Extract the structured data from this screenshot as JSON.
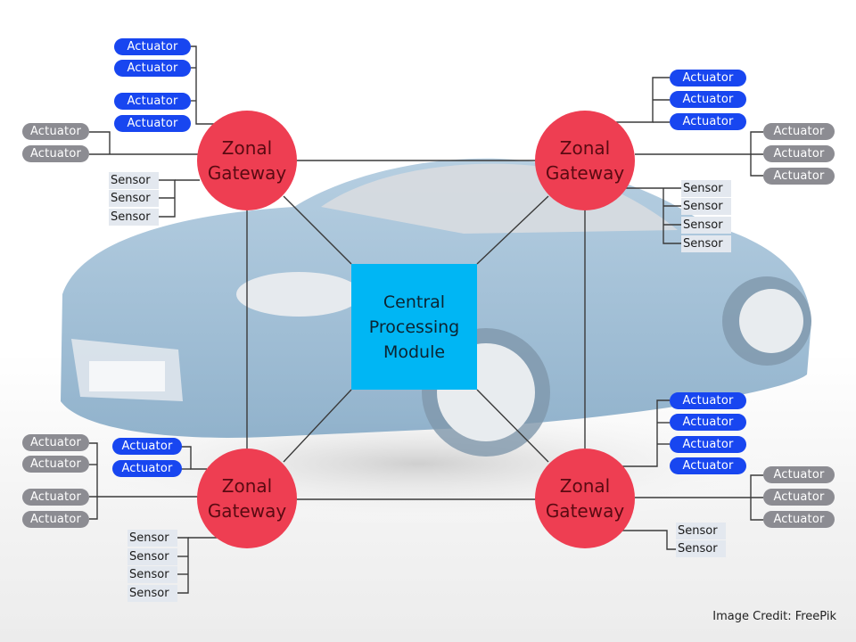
{
  "diagram": {
    "type": "zonal-architecture",
    "central": {
      "lines": [
        "Central",
        "Processing",
        "Module"
      ],
      "color": "#00b6f4"
    },
    "zone_color": "#ee3e52",
    "actuator_primary_color": "#1846f0",
    "actuator_secondary_color": "#8c8c92",
    "zones": [
      {
        "id": "front-left",
        "lines": [
          "Zonal",
          "Gateway"
        ],
        "actuators_blue": [
          "Actuator",
          "Actuator",
          "Actuator",
          "Actuator"
        ],
        "actuators_gray": [
          "Actuator",
          "Actuator"
        ],
        "sensors": [
          "Sensor",
          "Sensor",
          "Sensor"
        ]
      },
      {
        "id": "front-right",
        "lines": [
          "Zonal",
          "Gateway"
        ],
        "actuators_blue": [
          "Actuator",
          "Actuator",
          "Actuator"
        ],
        "actuators_gray": [
          "Actuator",
          "Actuator",
          "Actuator"
        ],
        "sensors": [
          "Sensor",
          "Sensor",
          "Sensor",
          "Sensor"
        ]
      },
      {
        "id": "rear-left",
        "lines": [
          "Zonal",
          "Gateway"
        ],
        "actuators_blue": [
          "Actuator",
          "Actuator"
        ],
        "actuators_gray": [
          "Actuator",
          "Actuator",
          "Actuator",
          "Actuator"
        ],
        "sensors": [
          "Sensor",
          "Sensor",
          "Sensor",
          "Sensor"
        ]
      },
      {
        "id": "rear-right",
        "lines": [
          "Zonal",
          "Gateway"
        ],
        "actuators_blue": [
          "Actuator",
          "Actuator",
          "Actuator",
          "Actuator"
        ],
        "actuators_gray": [
          "Actuator",
          "Actuator",
          "Actuator"
        ],
        "sensors": [
          "Sensor",
          "Sensor"
        ]
      }
    ]
  },
  "credit": "Image Credit: FreePik"
}
